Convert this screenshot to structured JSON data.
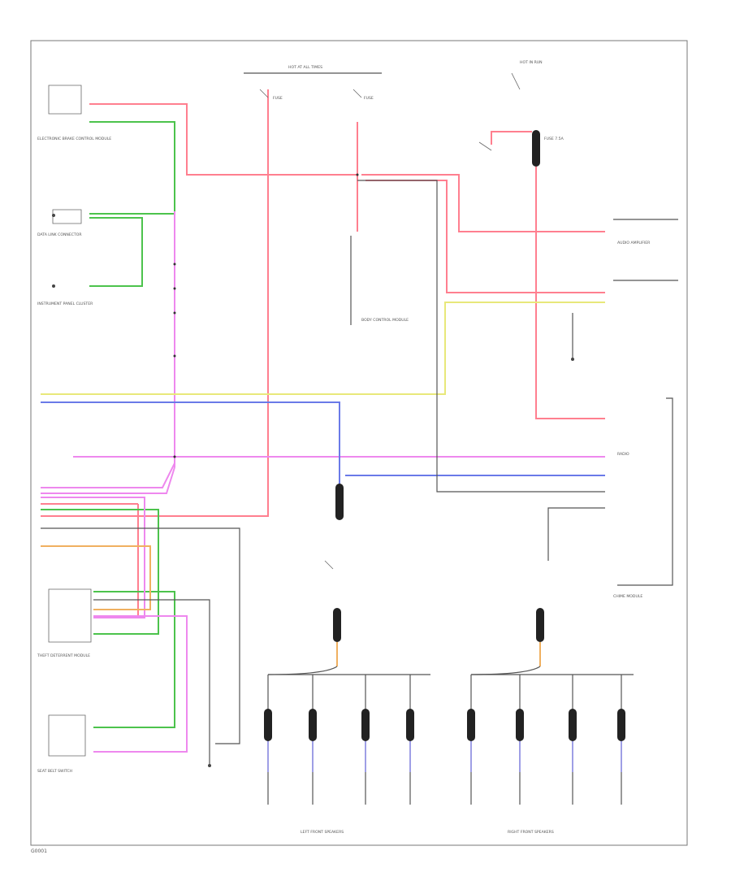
{
  "diagram": {
    "type": "wiring-diagram",
    "labels": {
      "top_center": "HOT AT ALL TIMES",
      "top_right": "HOT IN RUN",
      "fuel_inj": "FUSE 7.5A",
      "fuse_a": "FUSE",
      "fuse_b": "FUSE",
      "left_block1": "ELECTRONIC BRAKE CONTROL MODULE",
      "left_block2": "DATA LINK CONNECTOR",
      "left_block3": "INSTRUMENT PANEL CLUSTER",
      "left_block4": "THEFT DETERRENT MODULE",
      "left_block5": "SEAT BELT SWITCH",
      "center_lower": "BODY CONTROL MODULE",
      "right_block1": "AUDIO AMPLIFIER",
      "right_block2": "RADIO",
      "right_block3": "CHIME MODULE",
      "bottom_left": "LEFT FRONT SPEAKERS",
      "bottom_right": "RIGHT FRONT SPEAKERS",
      "footnote": "G0001"
    },
    "wire_colors": {
      "red": "#ff7f8f",
      "green": "#4cc34c",
      "pink": "#ee88ee",
      "yellow": "#e8e87a",
      "blue": "#6a7ae8",
      "orange": "#f0b060",
      "black": "#555555",
      "gray": "#999999"
    }
  }
}
